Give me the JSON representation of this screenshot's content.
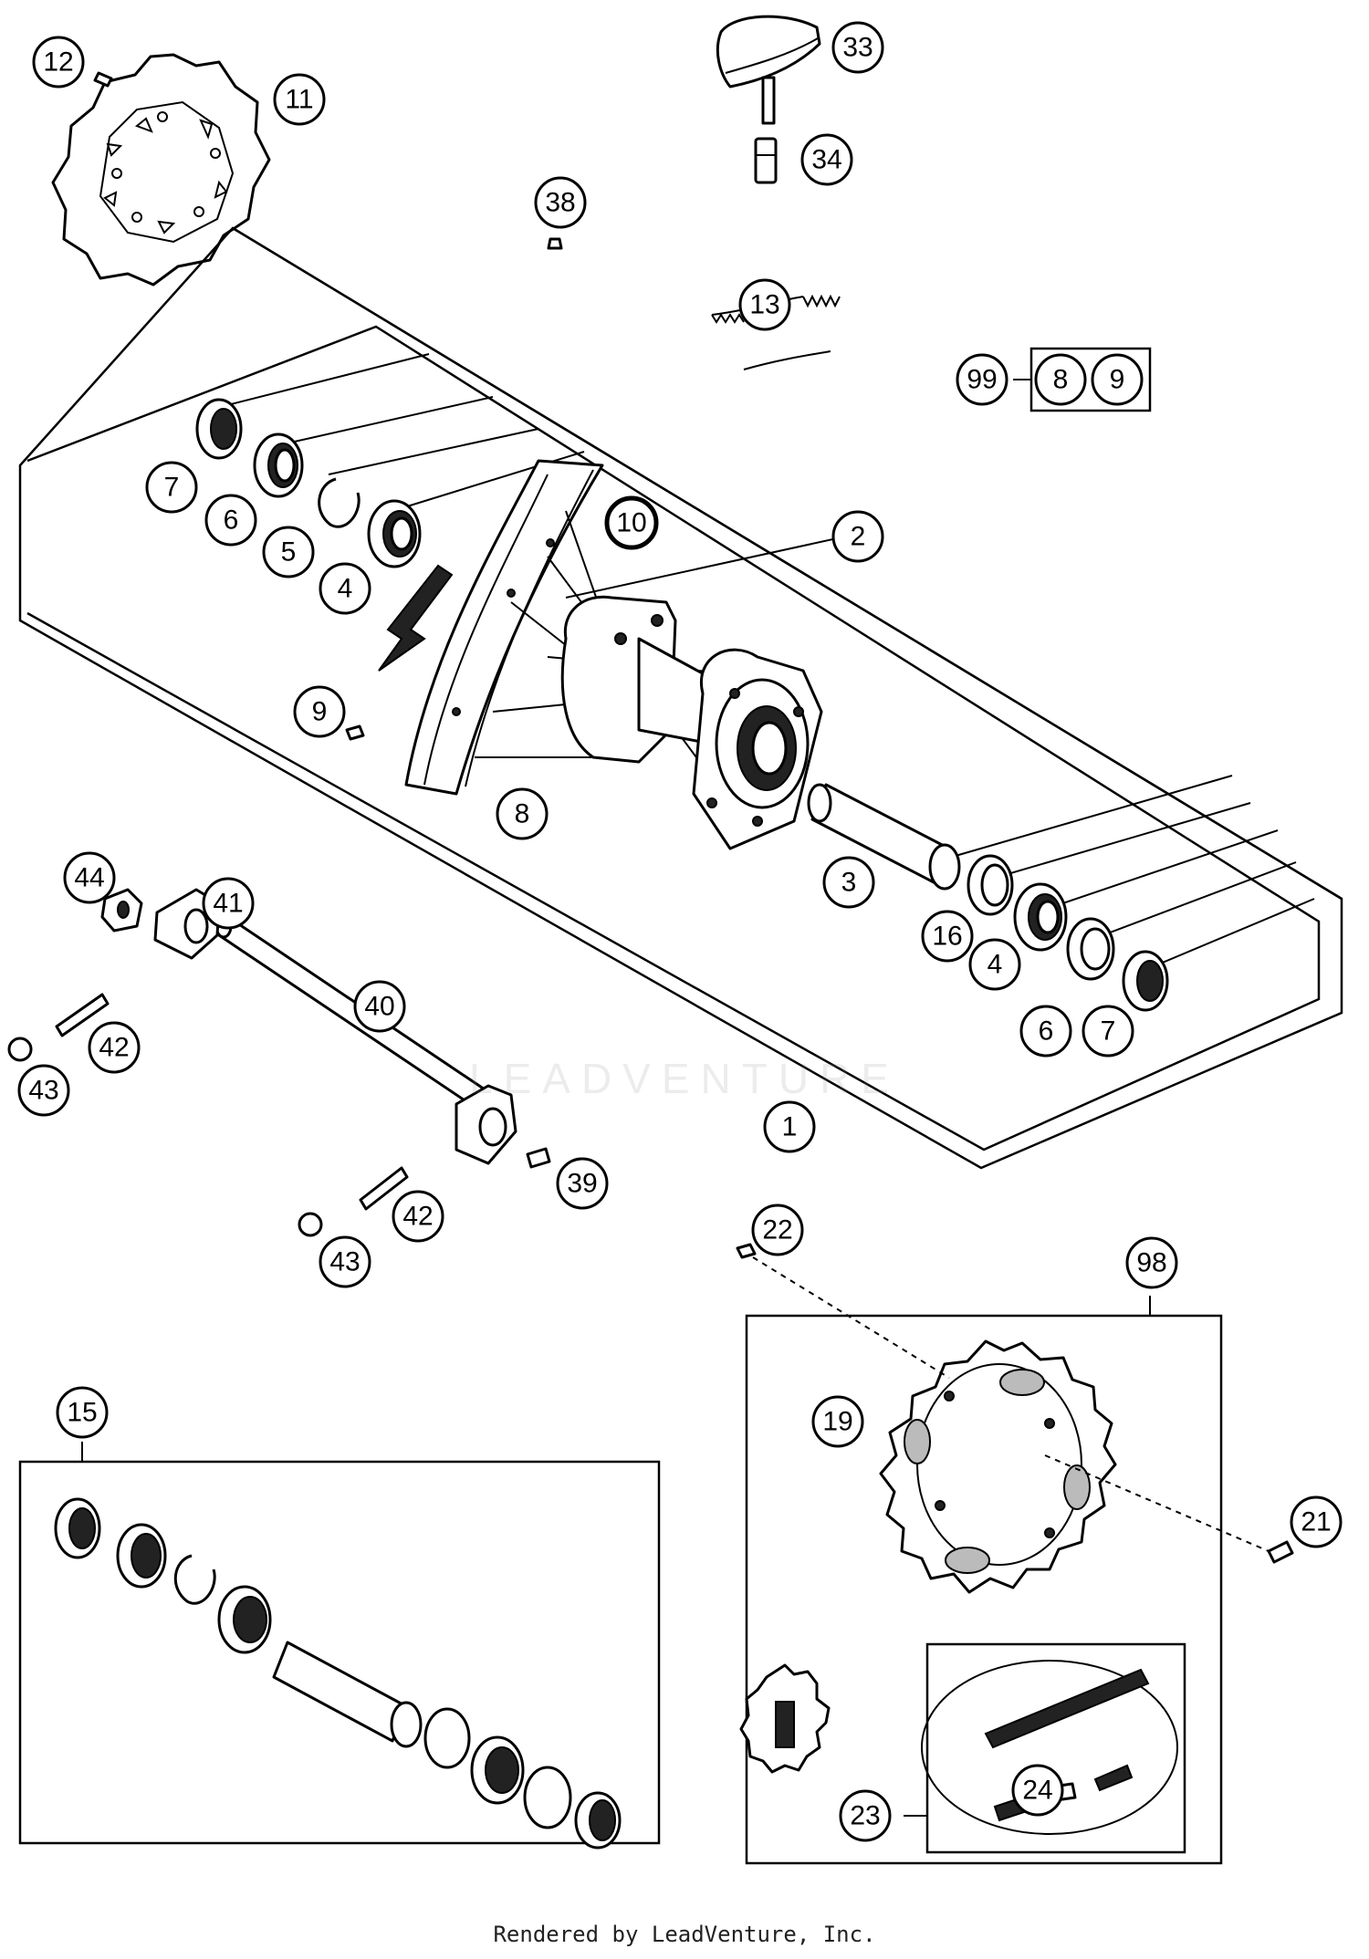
{
  "diagram": {
    "callouts": [
      "1",
      "2",
      "3",
      "4",
      "4",
      "5",
      "6",
      "6",
      "7",
      "7",
      "8",
      "8",
      "9",
      "9",
      "10",
      "11",
      "12",
      "13",
      "15",
      "16",
      "19",
      "21",
      "22",
      "23",
      "24",
      "33",
      "34",
      "38",
      "39",
      "40",
      "41",
      "42",
      "42",
      "43",
      "43",
      "44",
      "98",
      "99"
    ],
    "kit_99_contents": [
      "8",
      "9"
    ],
    "watermark": "LEADVENTURE",
    "footer": "Rendered by LeadVenture, Inc."
  }
}
